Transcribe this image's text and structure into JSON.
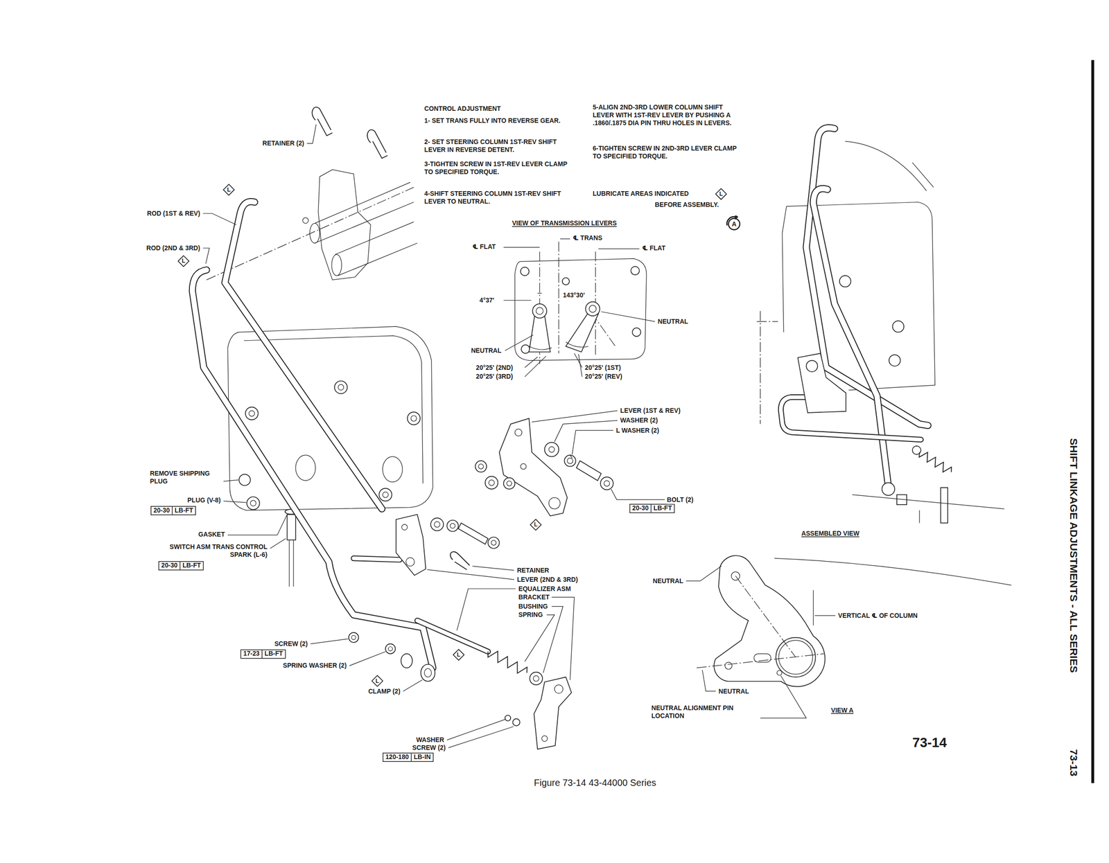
{
  "diagram": {
    "caption": "Figure 73-14 43-44000 Series",
    "nodes": [
      {
        "text": [
          "L"
        ]
      },
      {
        "text": [
          "L"
        ]
      },
      {
        "text": [
          "L"
        ]
      },
      {
        "text": [
          "A"
        ]
      },
      {
        "text": [
          "20-30",
          "LB-FT"
        ]
      },
      {
        "text": [
          "L"
        ]
      },
      {
        "text": [
          "20-30",
          "LB-FT"
        ]
      },
      {
        "text": [
          "20-30",
          "LB-FT"
        ]
      },
      {
        "text": [
          "L"
        ]
      },
      {
        "text": [
          "17-23",
          "LB-FT"
        ]
      },
      {
        "text": [
          "L"
        ]
      },
      {
        "text": [
          "120-180",
          "LB-IN"
        ]
      }
    ],
    "labels": [
      "CONTROL ADJUSTMENT",
      "1- SET TRANS FULLY INTO REVERSE GEAR.",
      "2- SET STEERING COLUMN 1ST-REV SHIFT LEVER IN REVERSE DETENT.",
      "3-TIGHTEN SCREW IN 1ST-REV LEVER CLAMP TO SPECIFIED TORQUE.",
      "4-SHIFT STEERING COLUMN 1ST-REV SHIFT LEVER TO NEUTRAL.",
      "5-ALIGN 2ND-3RD LOWER COLUMN SHIFT LEVER WITH 1ST-REV LEVER BY PUSHING A .1860/.1875 DIA PIN THRU HOLES IN LEVERS.",
      "6-TIGHTEN SCREW IN 2ND-3RD LEVER CLAMP TO SPECIFIED TORQUE.",
      "LUBRICATE AREAS INDICATED",
      "BEFORE ASSEMBLY.",
      "RETAINER (2)",
      "ROD (1ST & REV)",
      "ROD (2ND & 3RD)",
      "VIEW OF TRANSMISSION LEVERS",
      "℄ TRANS",
      "℄ FLAT",
      "℄ FLAT",
      "4°37'",
      "143°30'",
      "NEUTRAL",
      "NEUTRAL",
      "20°25' (2ND)",
      "20°25' (3RD)",
      "20°25' (1ST)",
      "20°25' (REV)",
      "LEVER (1ST & REV)",
      "WASHER (2)",
      "L WASHER (2)",
      "BOLT (2)",
      "REMOVE SHIPPING PLUG",
      "PLUG (V-8)",
      "GASKET",
      "SWITCH ASM TRANS CONTROL SPARK (L-6)",
      "RETAINER",
      "LEVER (2ND & 3RD)",
      "EQUALIZER ASM",
      "BRACKET",
      "BUSHING",
      "SPRING",
      "SCREW (2)",
      "SPRING WASHER (2)",
      "CLAMP (2)",
      "WASHER",
      "SCREW (2)",
      "ASSEMBLED VIEW",
      "NEUTRAL",
      "VERTICAL ℄ OF COLUMN",
      "NEUTRAL",
      "NEUTRAL ALIGNMENT PIN LOCATION",
      "VIEW A",
      "73-14",
      "SHIFT LINKAGE ADJUSTMENTS - ALL SERIES",
      "73-13"
    ]
  }
}
